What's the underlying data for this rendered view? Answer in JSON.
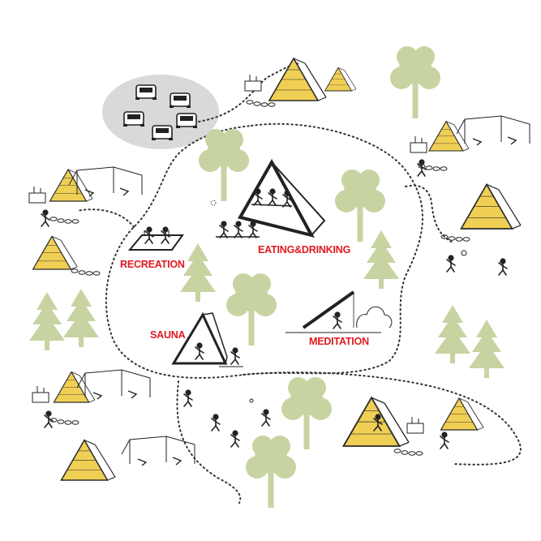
{
  "labels": {
    "recreation": "RECREATION",
    "eating_drinking": "EATING&DRINKING",
    "sauna": "SAUNA",
    "meditation": "MEDITATION"
  },
  "colors": {
    "tree": "#c8d3a2",
    "tent_fill": "#f0cf55",
    "tent_stroke": "#2b2b2b",
    "parking_area": "#d9d9d9",
    "label_red": "#e0191f",
    "path": "#333333"
  },
  "icons": [
    "tree-icon",
    "pine-tree-icon",
    "a-frame-tent-icon",
    "car-icon",
    "person-icon",
    "hammock-icon",
    "hot-tub-icon"
  ]
}
